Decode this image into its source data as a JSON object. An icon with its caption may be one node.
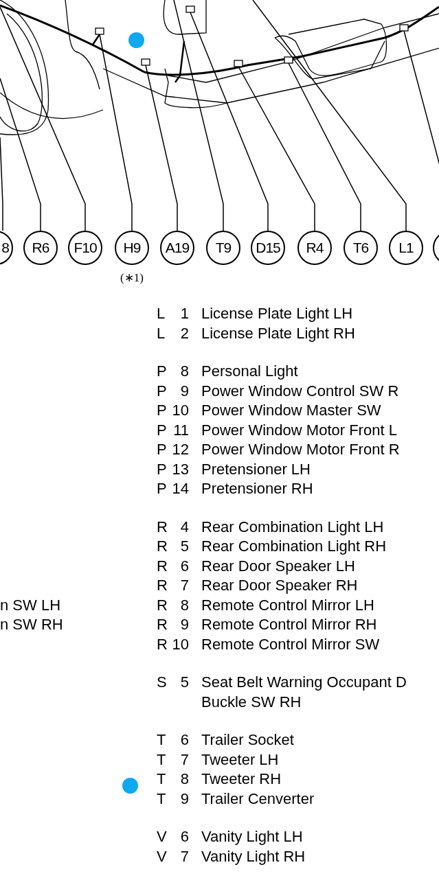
{
  "diagram": {
    "nodes": [
      {
        "text": [
          "8"
        ]
      },
      {
        "text": [
          "R6"
        ]
      },
      {
        "text": [
          "F10"
        ]
      },
      {
        "text": [
          "H9"
        ],
        "beside": [
          "(∗1)"
        ]
      },
      {
        "text": [
          "A19"
        ]
      },
      {
        "text": [
          "T9"
        ]
      },
      {
        "text": [
          "D15"
        ]
      },
      {
        "text": [
          "R4"
        ]
      },
      {
        "text": [
          "T6"
        ]
      },
      {
        "text": [
          "L1"
        ]
      },
      {
        "text": [],
        "shape": "circle"
      },
      {
        "text": [],
        "shape": "box"
      },
      {
        "text": [],
        "shape": "box"
      },
      {
        "text": [],
        "shape": "box"
      },
      {
        "text": [],
        "shape": "box"
      },
      {
        "text": [],
        "shape": "box"
      },
      {
        "text": [],
        "shape": "box"
      }
    ],
    "edges": [
      {
        "from": 0,
        "to": null,
        "arrow": "none"
      },
      {
        "from": 1,
        "to": null,
        "arrow": "none"
      },
      {
        "from": 2,
        "to": null,
        "arrow": "none"
      },
      {
        "from": 3,
        "to": 11,
        "arrow": "none"
      },
      {
        "from": 4,
        "to": 12,
        "arrow": "none"
      },
      {
        "from": 5,
        "to": null,
        "arrow": "none"
      },
      {
        "from": 6,
        "to": 13,
        "arrow": "none"
      },
      {
        "from": 7,
        "to": 14,
        "arrow": "none"
      },
      {
        "from": 8,
        "to": 15,
        "arrow": "none"
      },
      {
        "from": 9,
        "to": null,
        "arrow": "none"
      },
      {
        "from": 10,
        "to": 16,
        "arrow": "none"
      }
    ],
    "labels": [
      "L",
      "1",
      "License Plate Light LH",
      "L",
      "2",
      "License Plate Light RH",
      "P",
      "8",
      "Personal Light",
      "P",
      "9",
      "Power Window Control SW R",
      "P",
      "10",
      "Power Window Master SW",
      "P",
      "11",
      "Power Window Motor Front L",
      "P",
      "12",
      "Power Window Motor Front R",
      "P",
      "13",
      "Pretensioner LH",
      "P",
      "14",
      "Pretensioner RH",
      "R",
      "4",
      "Rear Combination Light LH",
      "R",
      "5",
      "Rear Combination Light RH",
      "R",
      "6",
      "Rear Door Speaker LH",
      "R",
      "7",
      "Rear Door Speaker RH",
      "n SW LH",
      "R",
      "8",
      "Remote Control Mirror LH",
      "n SW RH",
      "R",
      "9",
      "Remote Control Mirror RH",
      "R",
      "10",
      "Remote Control Mirror SW",
      "S",
      "5",
      "Seat Belt Warning Occupant D",
      "Buckle SW RH",
      "T",
      "6",
      "Trailer Socket",
      "T",
      "7",
      "Tweeter LH",
      "T",
      "8",
      "Tweeter RH",
      "T",
      "9",
      "Trailer Cenverter",
      "V",
      "6",
      "Vanity Light LH",
      "V",
      "7",
      "Vanity Light RH"
    ]
  }
}
